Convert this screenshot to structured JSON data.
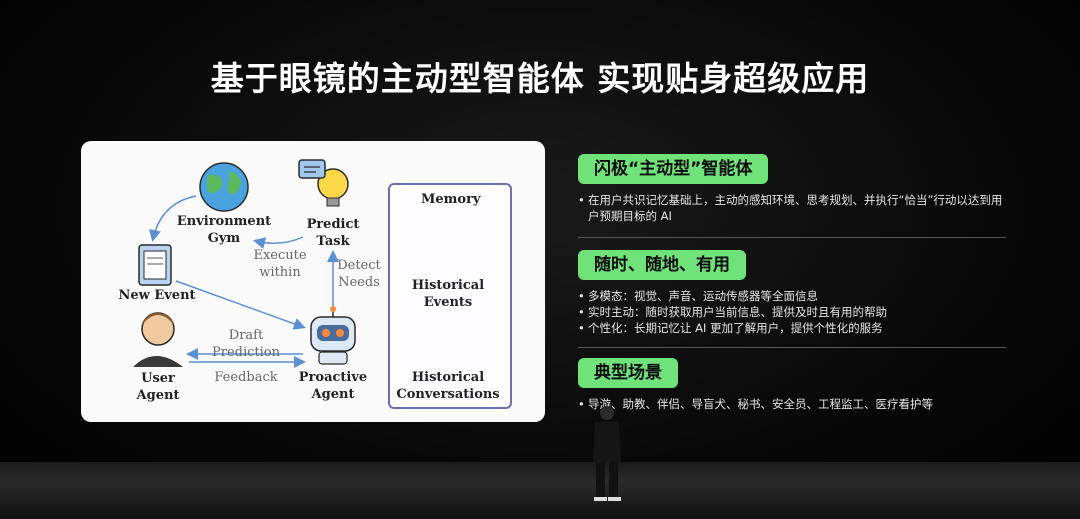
{
  "title": "基于眼镜的主动型智能体 实现贴身超级应用",
  "diagram": {
    "environment": "Environment\nGym",
    "predict_task": "Predict\nTask",
    "execute": "Execute\nwithin",
    "detect": "Detect\nNeeds",
    "new_event": "New Event",
    "draft": "Draft\nPrediction",
    "feedback": "Feedback",
    "user_agent": "User\nAgent",
    "proactive_agent": "Proactive\nAgent",
    "memory": "Memory",
    "historical_events": "Historical\nEvents",
    "historical_conversations": "Historical\nConversations"
  },
  "sections": [
    {
      "heading": "闪极“主动型”智能体",
      "bullets": [
        "在用户共识记忆基础上，主动的感知环境、思考规划、并执行“恰当”行动以达到用户预期目标的 AI"
      ]
    },
    {
      "heading": "随时、随地、有用",
      "bullets": [
        "多模态：视觉、声音、运动传感器等全面信息",
        "实时主动：随时获取用户当前信息、提供及时且有用的帮助",
        "个性化：长期记忆让 AI 更加了解用户，提供个性化的服务"
      ]
    },
    {
      "heading": "典型场景",
      "bullets": [
        "导游、助教、伴侣、导盲犬、秘书、安全员、工程监工、医疗看护等"
      ]
    }
  ],
  "colors": {
    "pill_green": "#6fe27a",
    "memory_border": "#6e6eb0",
    "arrow_blue": "#5b8fd6"
  }
}
